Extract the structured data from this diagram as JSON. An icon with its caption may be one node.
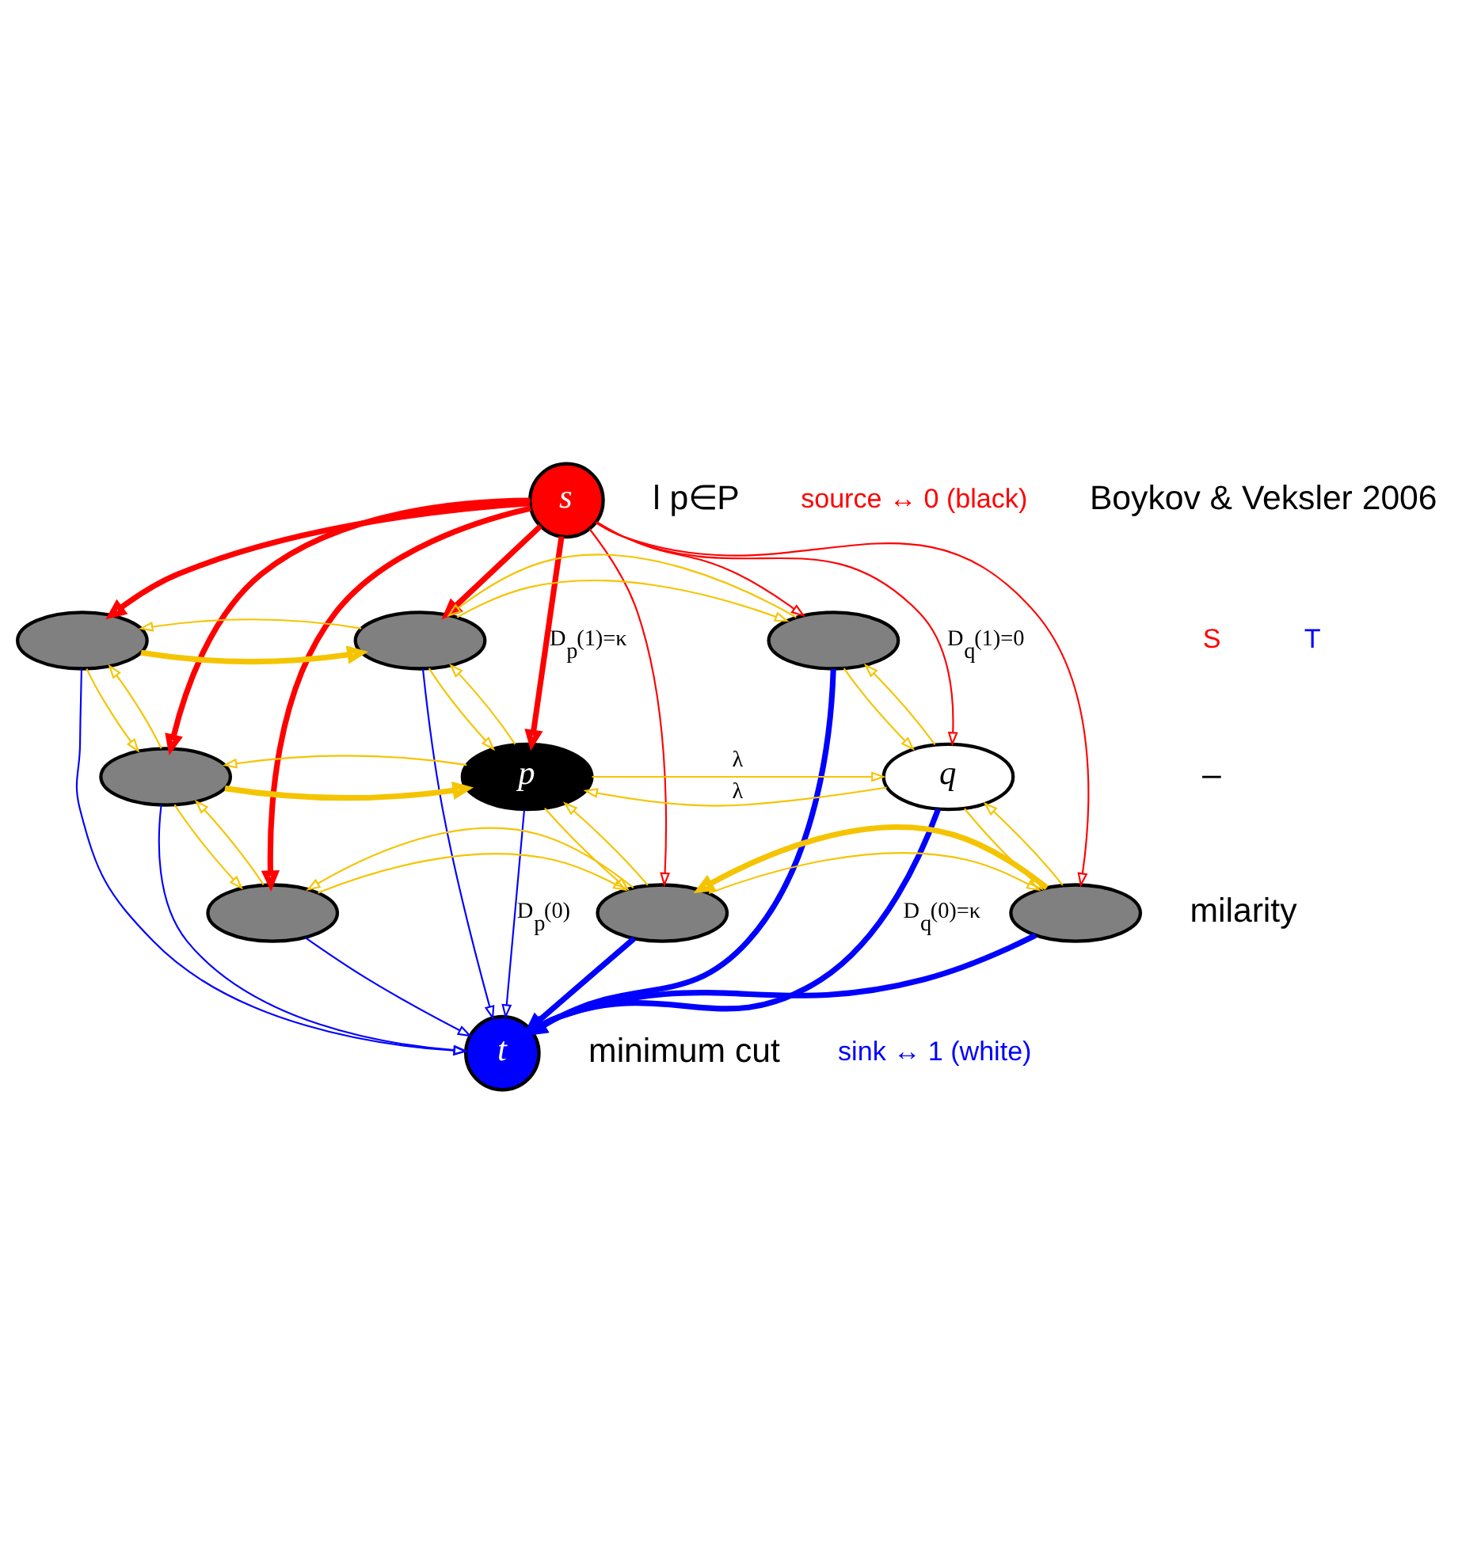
{
  "diagram": {
    "nodes": [
      {
        "text": [
          "s"
        ]
      },
      {
        "text": [],
        "shape": "ellipse"
      },
      {
        "text": [],
        "shape": "ellipse"
      },
      {
        "text": [],
        "shape": "ellipse"
      },
      {
        "text": [],
        "shape": "ellipse"
      },
      {
        "text": [
          "p"
        ]
      },
      {
        "text": [
          "q"
        ]
      },
      {
        "text": [],
        "shape": "ellipse"
      },
      {
        "text": [],
        "shape": "ellipse"
      },
      {
        "text": [],
        "shape": "ellipse"
      },
      {
        "text": [
          "t"
        ]
      }
    ],
    "edges": [
      {
        "from": 0,
        "to": 1,
        "arrow": "to",
        "color": "#ff0000",
        "style": "thick"
      },
      {
        "from": 0,
        "to": 2,
        "arrow": "to",
        "color": "#ff0000",
        "style": "thick"
      },
      {
        "from": 0,
        "to": 3,
        "arrow": "to",
        "color": "#ff0000"
      },
      {
        "from": 0,
        "to": 4,
        "arrow": "to",
        "color": "#ff0000",
        "style": "thick"
      },
      {
        "from": 0,
        "to": 5,
        "arrow": "to",
        "color": "#ff0000",
        "style": "thick",
        "label": "D$_{p}$(1)=κ"
      },
      {
        "from": 0,
        "to": 6,
        "arrow": "to",
        "color": "#ff0000",
        "label": "D$_{q}$(1)=0"
      },
      {
        "from": 0,
        "to": 7,
        "arrow": "to",
        "color": "#ff0000",
        "style": "thick"
      },
      {
        "from": 0,
        "to": 8,
        "arrow": "to",
        "color": "#ff0000"
      },
      {
        "from": 0,
        "to": 9,
        "arrow": "to",
        "color": "#ff0000"
      },
      {
        "from": 1,
        "to": 2,
        "arrow": "to",
        "style": "thick"
      },
      {
        "from": 2,
        "to": 1,
        "arrow": "to"
      },
      {
        "from": 2,
        "to": 3,
        "arrow": "to"
      },
      {
        "from": 3,
        "to": 2,
        "arrow": "to"
      },
      {
        "from": 4,
        "to": 5,
        "arrow": "to",
        "style": "thick"
      },
      {
        "from": 5,
        "to": 4,
        "arrow": "to"
      },
      {
        "from": 5,
        "to": 6,
        "arrow": "to",
        "label": "λ"
      },
      {
        "from": 6,
        "to": 5,
        "arrow": "to",
        "label": "λ"
      },
      {
        "from": 7,
        "to": 8,
        "arrow": "to"
      },
      {
        "from": 8,
        "to": 7,
        "arrow": "to"
      },
      {
        "from": 8,
        "to": 9,
        "arrow": "to"
      },
      {
        "from": 9,
        "to": 8,
        "arrow": "to",
        "style": "thick"
      },
      {
        "from": 1,
        "to": 4,
        "arrow": "to"
      },
      {
        "from": 4,
        "to": 1,
        "arrow": "to"
      },
      {
        "from": 2,
        "to": 5,
        "arrow": "to"
      },
      {
        "from": 5,
        "to": 2,
        "arrow": "to"
      },
      {
        "from": 3,
        "to": 6,
        "arrow": "to"
      },
      {
        "from": 6,
        "to": 3,
        "arrow": "to"
      },
      {
        "from": 4,
        "to": 7,
        "arrow": "to"
      },
      {
        "from": 7,
        "to": 4,
        "arrow": "to"
      },
      {
        "from": 5,
        "to": 8,
        "arrow": "to"
      },
      {
        "from": 8,
        "to": 5,
        "arrow": "to"
      },
      {
        "from": 6,
        "to": 9,
        "arrow": "to"
      },
      {
        "from": 9,
        "to": 6,
        "arrow": "to"
      },
      {
        "from": 1,
        "to": 10,
        "arrow": "to",
        "color": "#0000ff"
      },
      {
        "from": 2,
        "to": 10,
        "arrow": "to",
        "color": "#0000ff"
      },
      {
        "from": 3,
        "to": 10,
        "arrow": "to",
        "color": "#0000ff",
        "style": "thick"
      },
      {
        "from": 4,
        "to": 10,
        "arrow": "to",
        "color": "#0000ff"
      },
      {
        "from": 5,
        "to": 10,
        "arrow": "to",
        "color": "#0000ff",
        "label": "D$_{p}$(0)"
      },
      {
        "from": 6,
        "to": 10,
        "arrow": "to",
        "color": "#0000ff",
        "style": "thick",
        "label": "D$_{q}$(0)=κ"
      },
      {
        "from": 7,
        "to": 10,
        "arrow": "to",
        "color": "#0000ff"
      },
      {
        "from": 8,
        "to": 10,
        "arrow": "to",
        "color": "#0000ff",
        "style": "thick"
      },
      {
        "from": 9,
        "to": 10,
        "arrow": "to",
        "color": "#0000ff",
        "style": "thick"
      }
    ],
    "labels": [
      "l p∈P",
      "source ↔ 0 (black)",
      "S",
      "T",
      "–",
      "milarity",
      "minimum cut",
      "sink ↔ 1 (white)",
      "Boykov & Veksler 2006"
    ]
  }
}
